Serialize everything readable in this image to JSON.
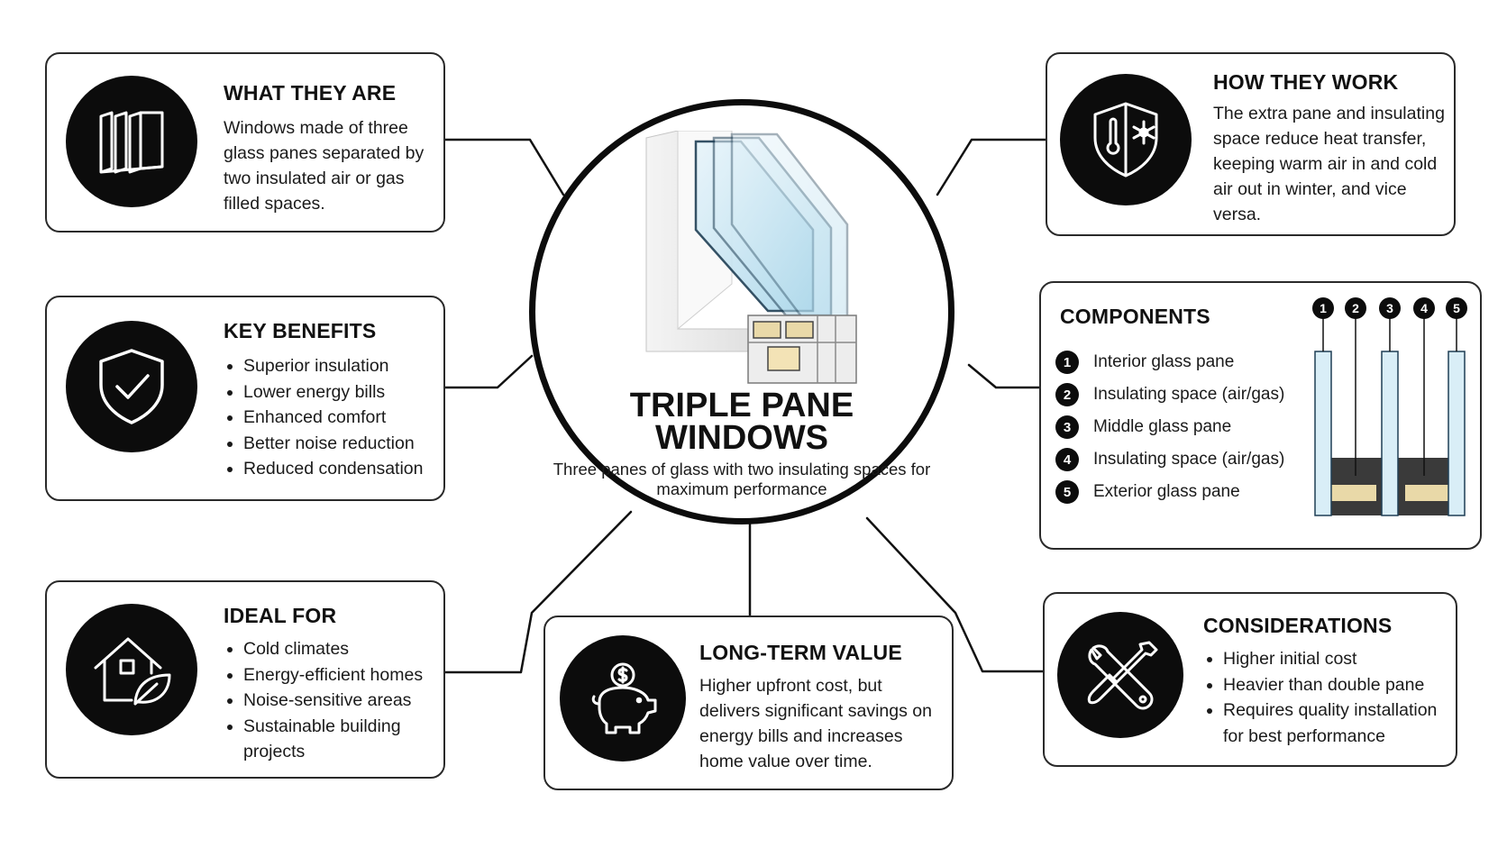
{
  "center": {
    "title_line1": "TRIPLE PANE",
    "title_line2": "WINDOWS",
    "subtitle": "Three panes of glass with two insulating spaces for maximum performance"
  },
  "what_they_are": {
    "title": "WHAT THEY ARE",
    "text": "Windows made of three glass panes separated by two insulated air or gas filled spaces.",
    "icon": "window-panes-icon"
  },
  "key_benefits": {
    "title": "KEY BENEFITS",
    "items": [
      "Superior insulation",
      "Lower energy bills",
      "Enhanced comfort",
      "Better noise reduction",
      "Reduced condensation"
    ],
    "icon": "shield-check-icon"
  },
  "ideal_for": {
    "title": "IDEAL FOR",
    "items": [
      "Cold climates",
      "Energy-efficient homes",
      "Noise-sensitive areas",
      "Sustainable building projects"
    ],
    "icon": "house-leaf-icon"
  },
  "long_term_value": {
    "title": "LONG-TERM VALUE",
    "text": "Higher upfront cost, but delivers significant savings on energy bills and increases home value over time.",
    "icon": "piggy-bank-icon"
  },
  "how_they_work": {
    "title": "HOW THEY WORK",
    "text": "The extra pane and insulating space reduce heat transfer, keeping warm air in and cold air out in winter, and vice versa.",
    "icon": "shield-thermometer-snowflake-icon"
  },
  "components": {
    "title": "COMPONENTS",
    "items": [
      {
        "num": "1",
        "label": "Interior glass pane"
      },
      {
        "num": "2",
        "label": "Insulating space (air/gas)"
      },
      {
        "num": "3",
        "label": "Middle glass pane"
      },
      {
        "num": "4",
        "label": "Insulating space (air/gas)"
      },
      {
        "num": "5",
        "label": "Exterior glass pane"
      }
    ]
  },
  "considerations": {
    "title": "CONSIDERATIONS",
    "items": [
      "Higher initial cost",
      "Heavier than double pane",
      "Requires quality installation for best performance"
    ],
    "icon": "wrench-screwdriver-icon"
  },
  "colors": {
    "ink": "#0c0c0c",
    "glass": "#d9eef7",
    "spacer": "#3a3a3a",
    "desiccant": "#e9d9a8"
  }
}
